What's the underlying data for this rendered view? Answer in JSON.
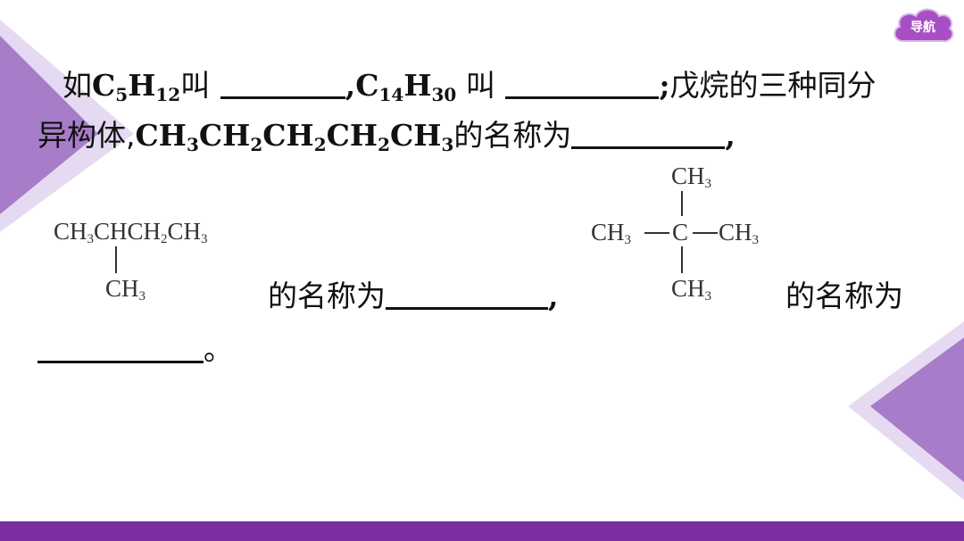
{
  "nav": {
    "label": "导航"
  },
  "colors": {
    "accent": "#7a2ea0",
    "deco_light": "#d9c7ea",
    "deco_mid": "#9b6cc2"
  },
  "line1": {
    "prefix": "如",
    "c5": "C",
    "c5_sub": "5",
    "h12": "H",
    "h12_sub": "12",
    "jiao1": "叫",
    "comma1": ",",
    "c14": "C",
    "c14_sub": "14",
    "h30": "H",
    "h30_sub": "30",
    "jiao2": " 叫",
    "semicolon": ";",
    "suffix": "戊烷的三种同分"
  },
  "line2": {
    "prefix": "异构体,",
    "f1": "CH",
    "s1": "3",
    "f2": "CH",
    "s2": "2",
    "f3": "CH",
    "s3": "2",
    "f4": "CH",
    "s4": "2",
    "f5": "CH",
    "s5": "3",
    "name_text": "的名称为",
    "comma": ","
  },
  "isopentane": {
    "main_1": "CH",
    "main_1s": "3",
    "main_2": "CHCH",
    "main_2s": "2",
    "main_3": "CH",
    "main_3s": "3",
    "branch": "CH",
    "branch_s": "3"
  },
  "neopentane": {
    "top": "CH",
    "top_s": "3",
    "left": "CH",
    "left_s": "3",
    "center": "C",
    "right": "CH",
    "right_s": "3",
    "bottom": "CH",
    "bottom_s": "3"
  },
  "line3": {
    "name_text": "的名称为",
    "comma": ",",
    "name_text2": "的名称为"
  },
  "line4": {
    "period": "。"
  }
}
